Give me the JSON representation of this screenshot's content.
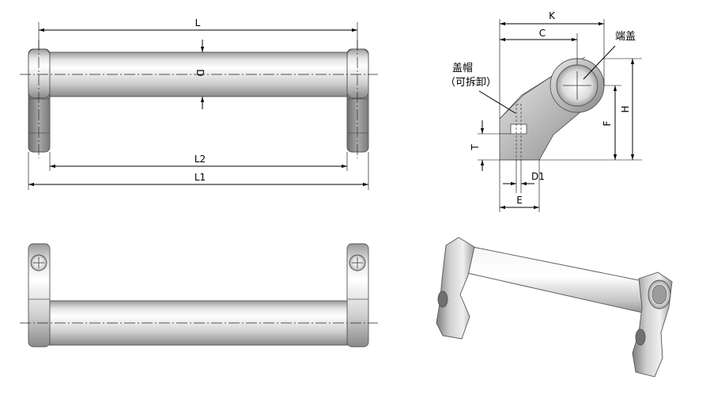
{
  "front_view": {
    "label_L": "L",
    "label_D": "D",
    "label_L2": "L2",
    "label_L1": "L1"
  },
  "side_view": {
    "label_K": "K",
    "label_C": "C",
    "label_end_cap": "端盖",
    "label_cap_line1": "盖帽",
    "label_cap_line2": "（可拆卸）",
    "label_T": "T",
    "label_F": "F",
    "label_H": "H",
    "label_D1": "D1",
    "label_E": "E"
  },
  "colors": {
    "metal_light": "#f4f4f4",
    "metal_mid": "#c8c8c8",
    "metal_dark": "#8e8e8e",
    "line": "#000000"
  }
}
